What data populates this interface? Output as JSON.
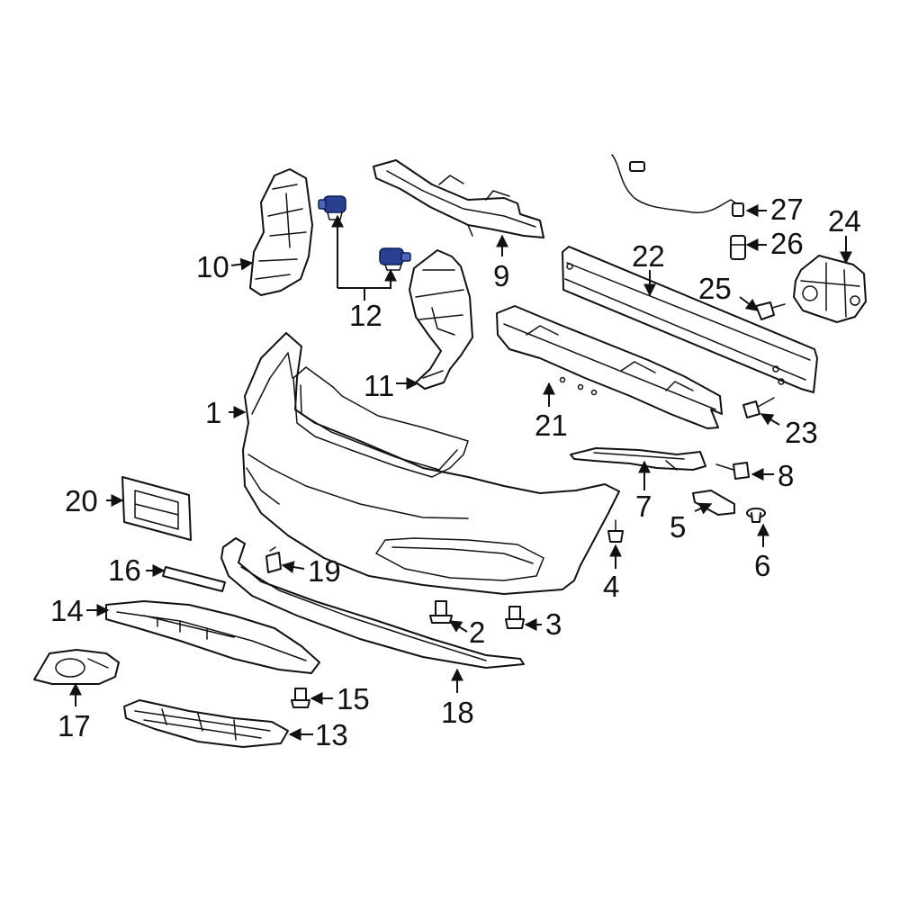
{
  "colors": {
    "line": "#111111",
    "background": "#ffffff",
    "highlight": "#2a3f8f"
  },
  "callouts": [
    "1",
    "2",
    "3",
    "4",
    "5",
    "6",
    "7",
    "8",
    "9",
    "10",
    "11",
    "12",
    "13",
    "14",
    "15",
    "16",
    "17",
    "18",
    "19",
    "20",
    "21",
    "22",
    "23",
    "24",
    "25",
    "26",
    "27"
  ]
}
